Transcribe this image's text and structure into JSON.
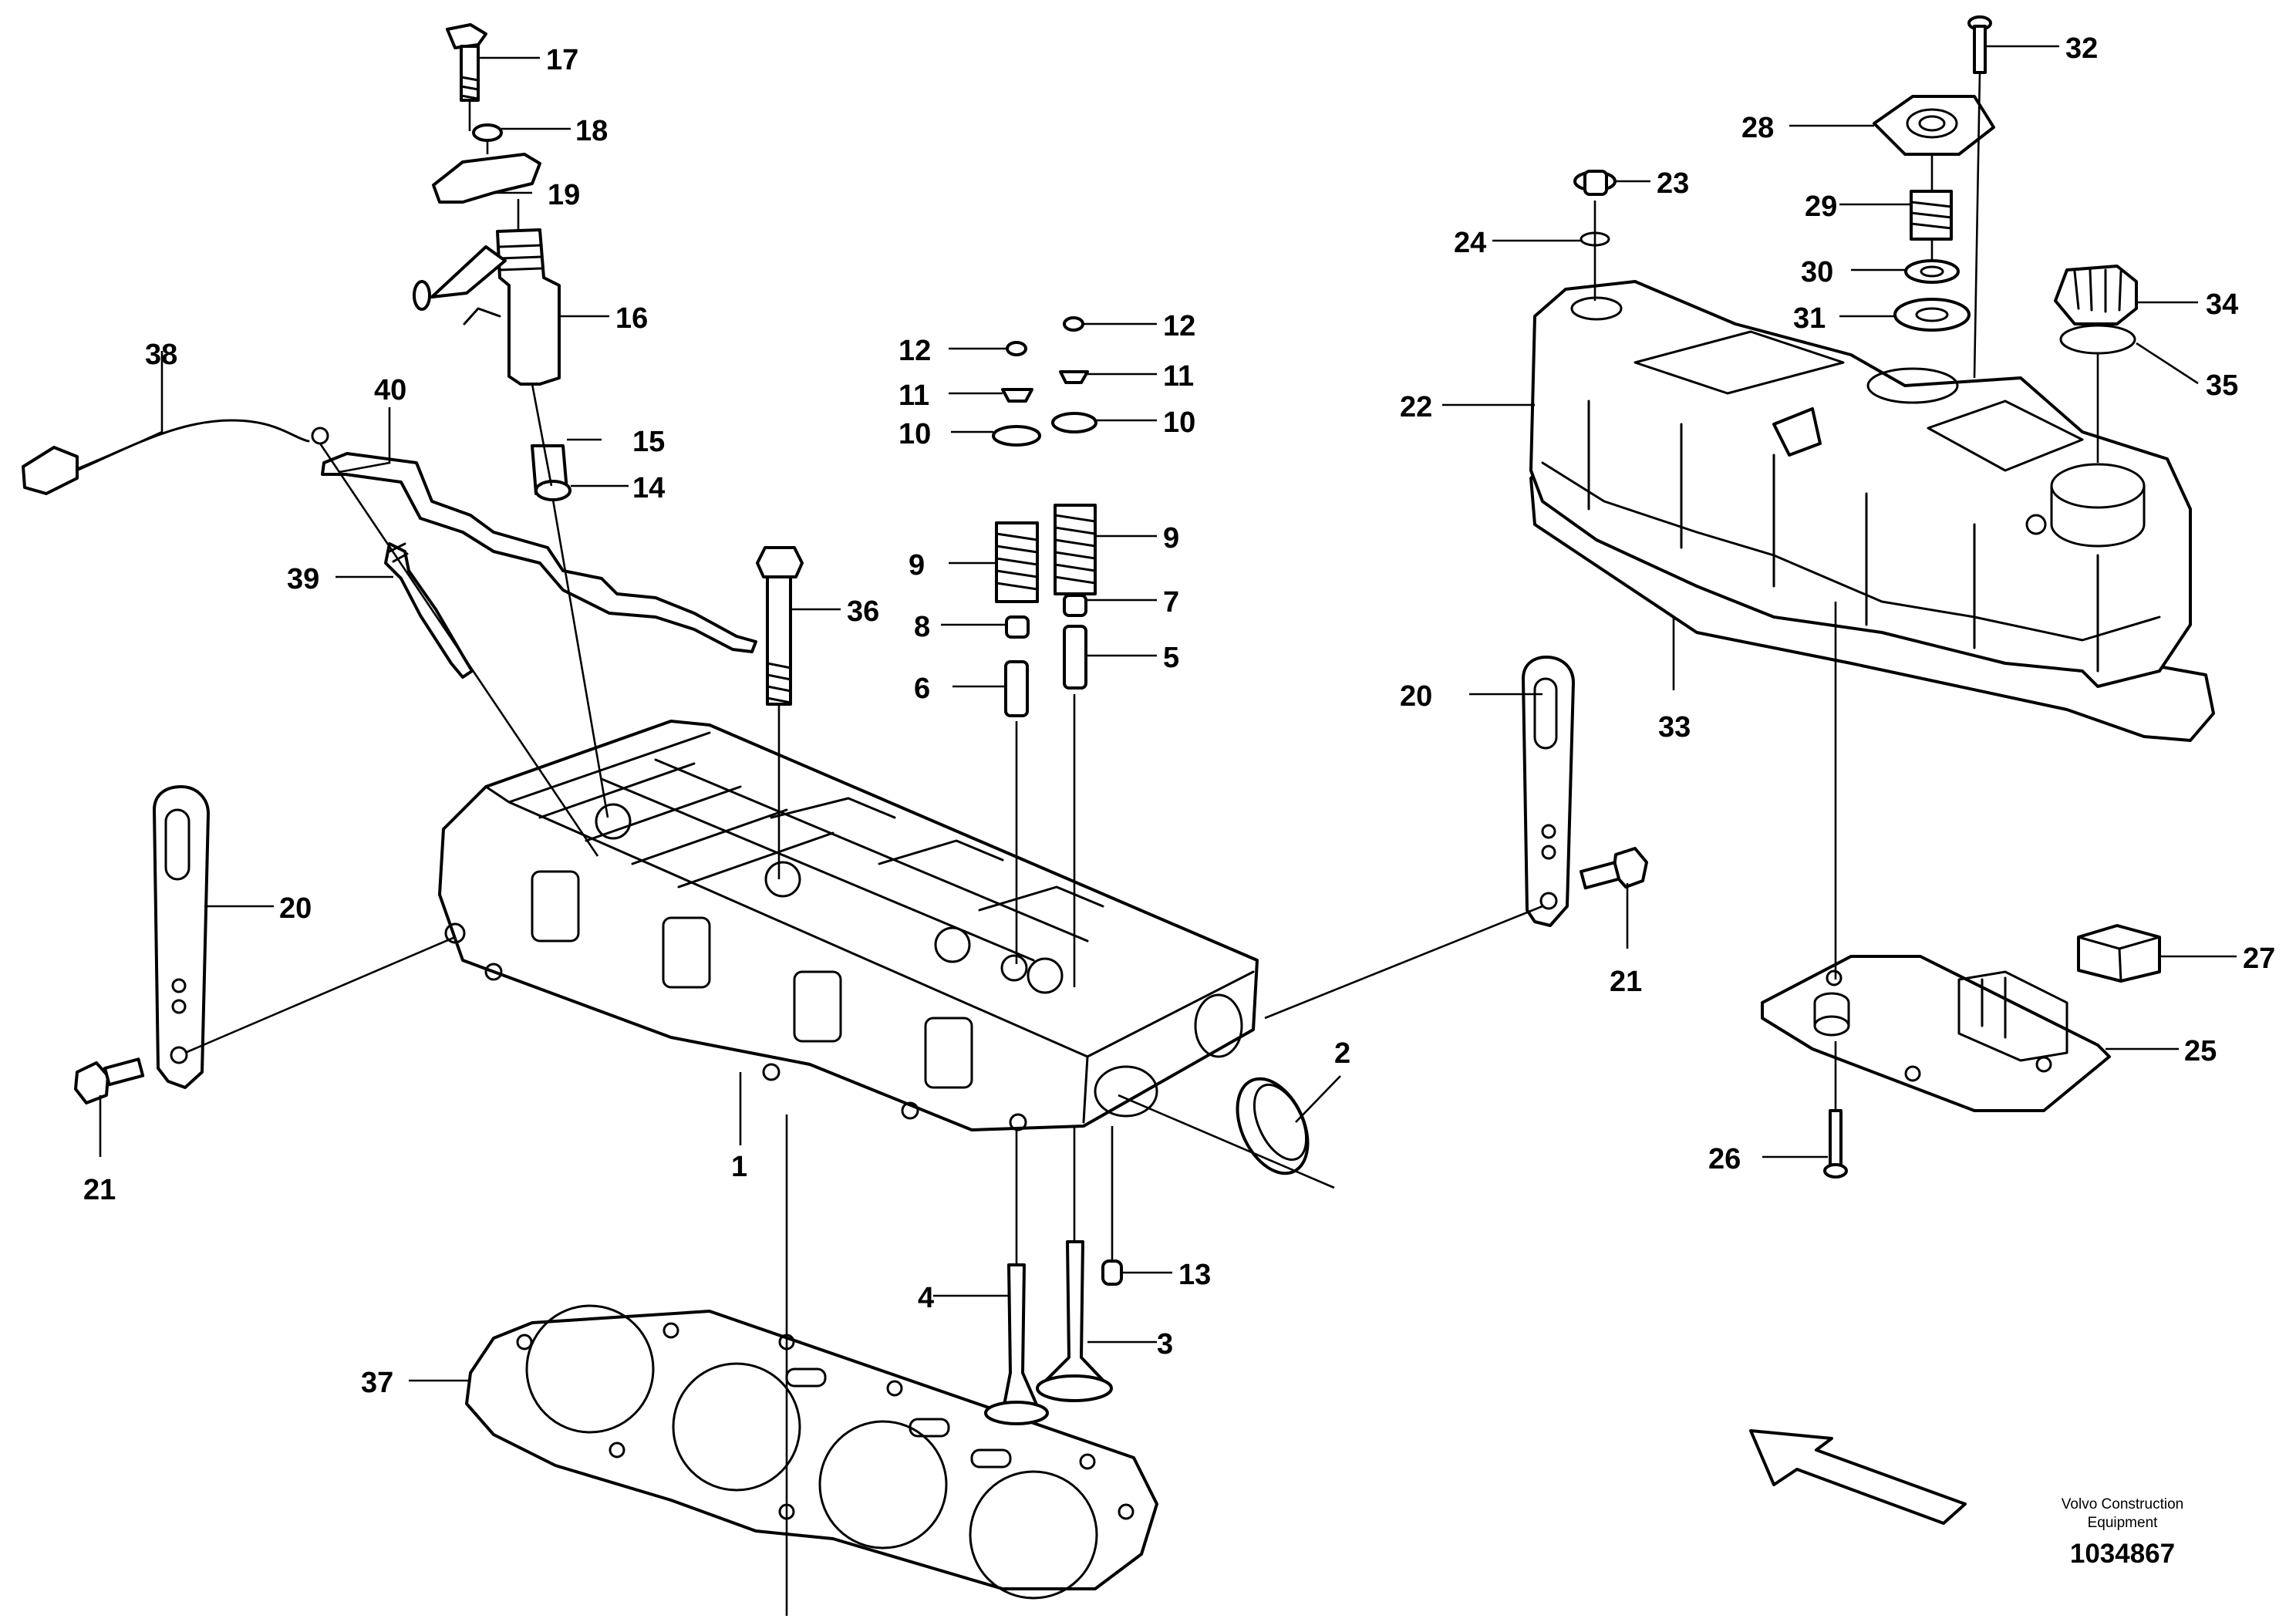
{
  "callouts": {
    "p1": "1",
    "p2": "2",
    "p3": "3",
    "p4": "4",
    "p5": "5",
    "p6": "6",
    "p7": "7",
    "p8": "8",
    "p9": "9",
    "p10": "10",
    "p11": "11",
    "p12": "12",
    "p13": "13",
    "p14": "14",
    "p15": "15",
    "p16": "16",
    "p17": "17",
    "p18": "18",
    "p19": "19",
    "p20": "20",
    "p21": "21",
    "p22": "22",
    "p23": "23",
    "p24": "24",
    "p25": "25",
    "p26": "26",
    "p27": "27",
    "p28": "28",
    "p29": "29",
    "p30": "30",
    "p31": "31",
    "p32": "32",
    "p33": "33",
    "p34": "34",
    "p35": "35",
    "p36": "36",
    "p37": "37",
    "p38": "38",
    "p39": "39",
    "p40": "40"
  },
  "footer": {
    "company_line1": "Volvo Construction",
    "company_line2": "Equipment",
    "document_number": "1034867"
  }
}
